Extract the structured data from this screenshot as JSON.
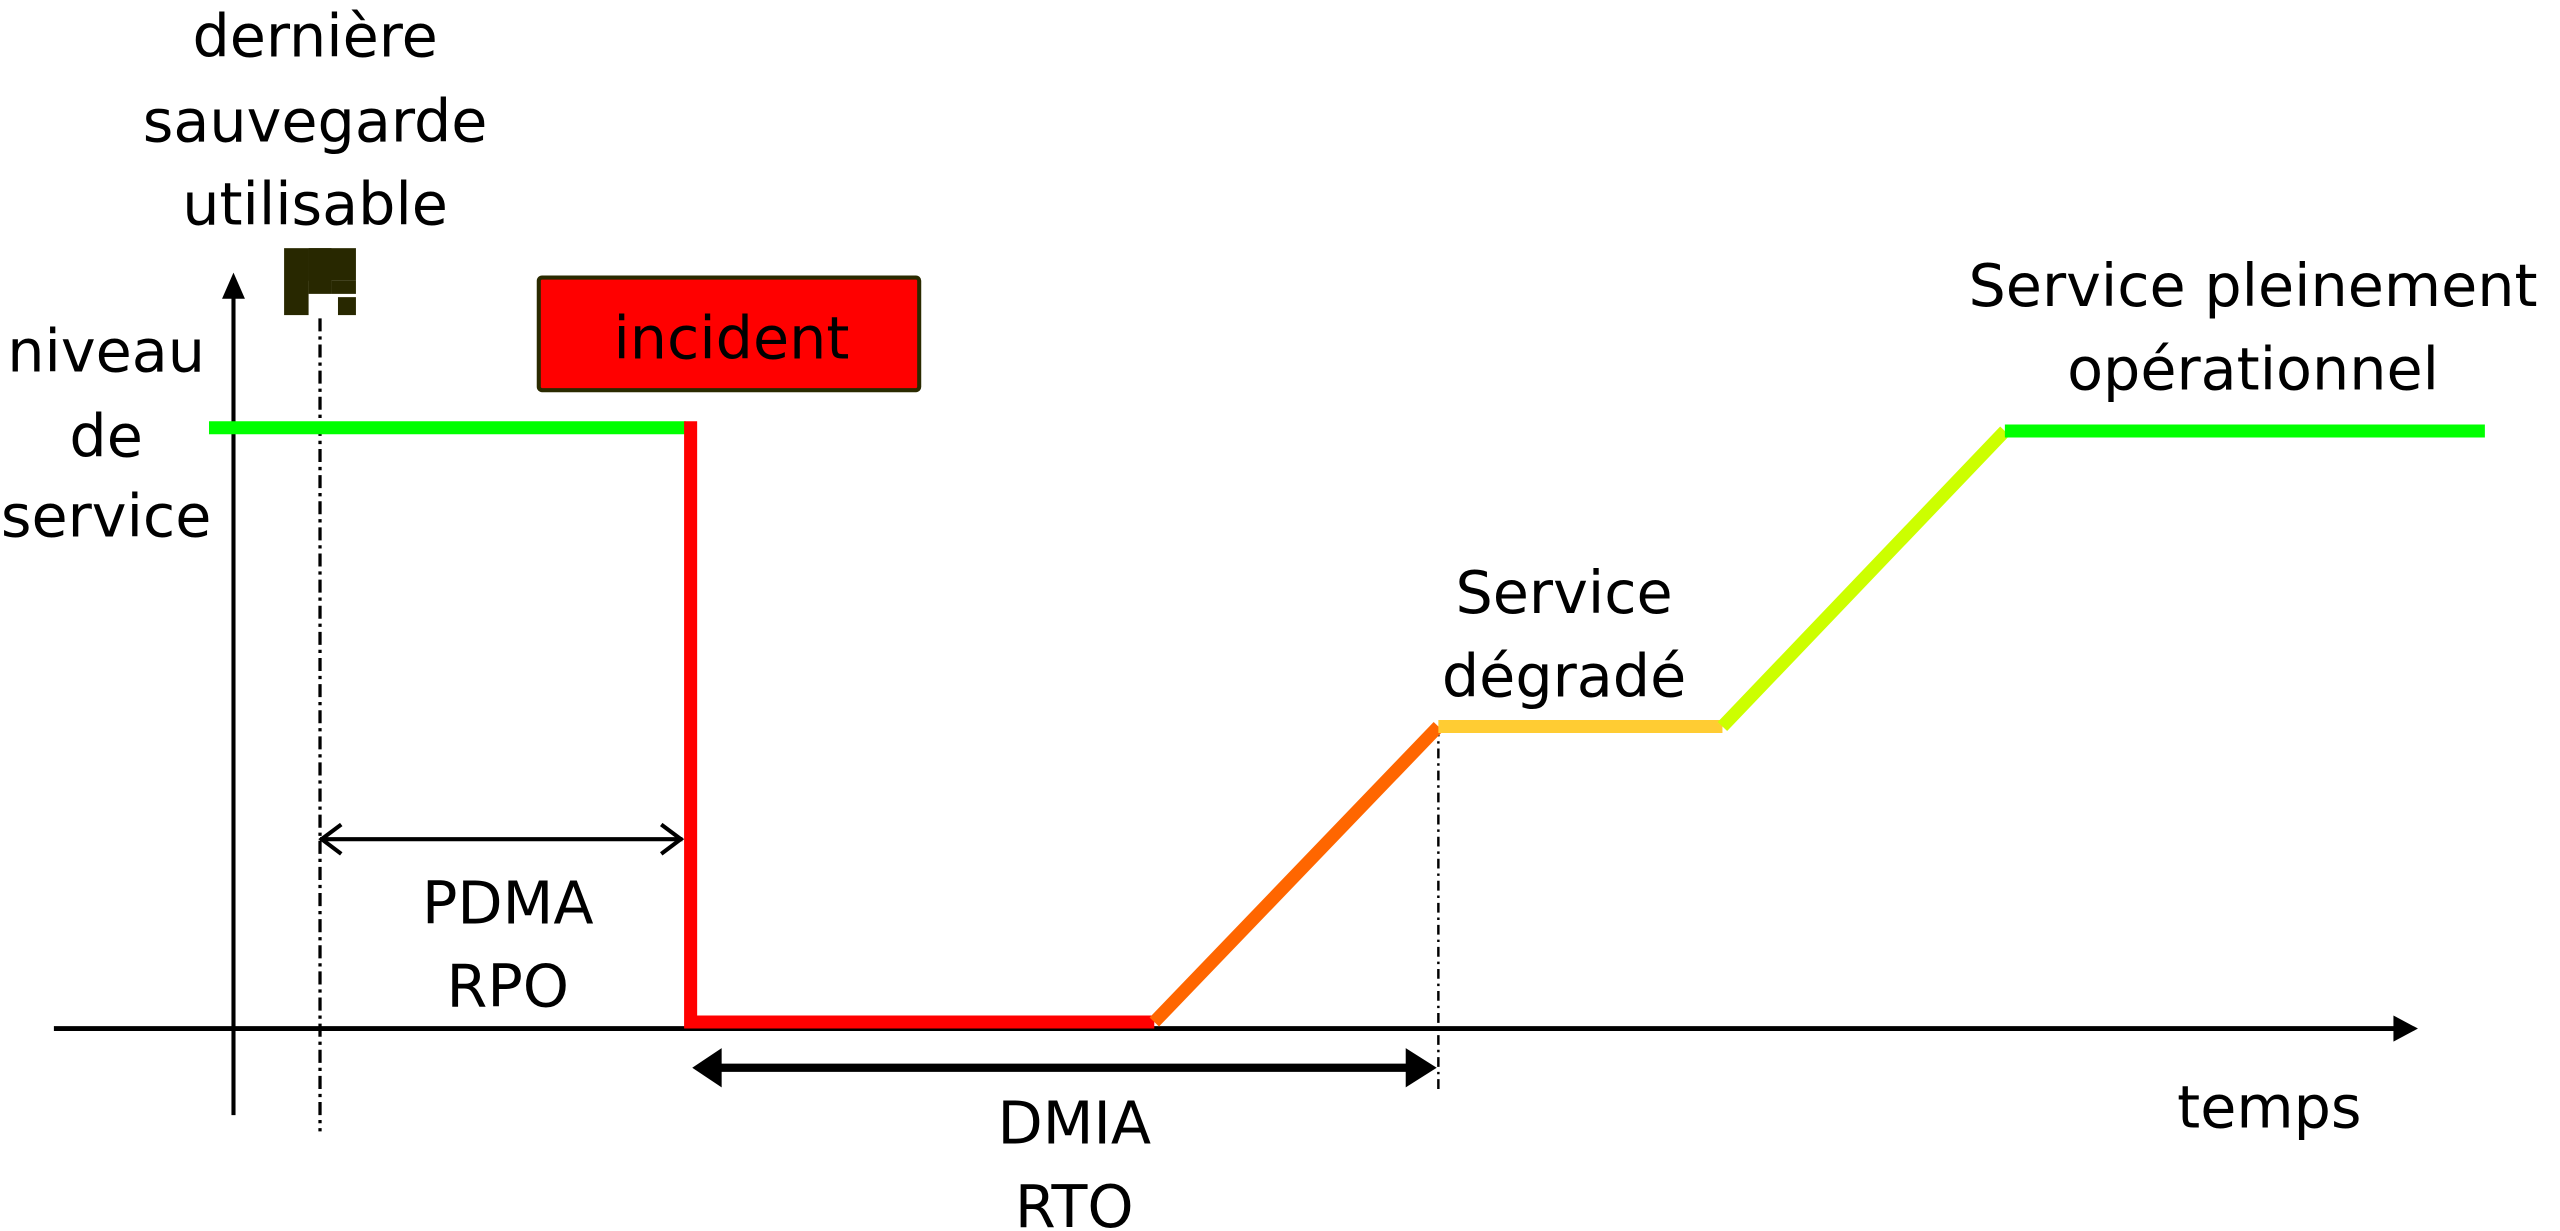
{
  "labels": {
    "last_backup": [
      "dernière",
      "sauvegarde",
      "utilisable"
    ],
    "service_level": [
      "niveau",
      "de",
      "service"
    ],
    "incident": "incident",
    "full_service": [
      "Service pleinement",
      "opérationnel"
    ],
    "degraded_service": [
      "Service",
      "dégradé"
    ],
    "rpo": [
      "PDMA",
      "RPO"
    ],
    "rto": [
      "DMIA",
      "RTO"
    ],
    "time_axis": "temps"
  },
  "icons": {
    "backup": "floppy-disk-icon"
  },
  "colors": {
    "normal": "#00ff00",
    "incident": "#ff0000",
    "recovery": "#ff6600",
    "degraded": "#ffcc33",
    "restoring": "#ccff00",
    "icon": "#282800"
  }
}
